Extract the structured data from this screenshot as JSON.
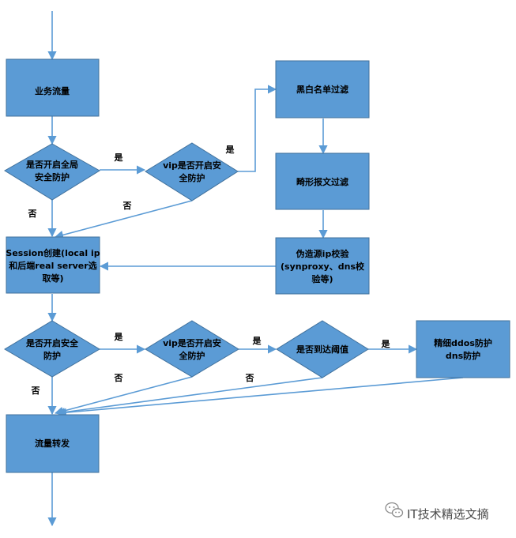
{
  "nodes": {
    "business_traffic": {
      "lines": [
        "业务流量"
      ]
    },
    "global_security_check": {
      "lines": [
        "是否开启全局",
        "安全防护"
      ]
    },
    "vip_security_check_1": {
      "lines": [
        "vip是否开启安",
        "全防护"
      ]
    },
    "blacklist_filter": {
      "lines": [
        "黑白名单过滤"
      ]
    },
    "malformed_packet_filter": {
      "lines": [
        "畸形报文过滤"
      ]
    },
    "spoofed_source_check": {
      "lines": [
        "伪造源ip校验",
        "(synproxy、dns校",
        "验等)"
      ]
    },
    "session_create": {
      "lines": [
        "Session创建(local ip",
        "和后端real server选",
        "取等)"
      ]
    },
    "security_check": {
      "lines": [
        "是否开启安全",
        "防护"
      ]
    },
    "vip_security_check_2": {
      "lines": [
        "vip是否开启安",
        "全防护"
      ]
    },
    "threshold_check": {
      "lines": [
        "是否到达阈值"
      ]
    },
    "ddos_protection": {
      "lines": [
        "精细ddos防护",
        "dns防护"
      ]
    },
    "traffic_forward": {
      "lines": [
        "流量转发"
      ]
    }
  },
  "labels": {
    "global_yes": "是",
    "global_no": "否",
    "vip1_yes": "是",
    "vip1_no": "否",
    "sec_yes": "是",
    "sec_no": "否",
    "vip2_yes": "是",
    "vip2_no": "否",
    "threshold_yes": "是"
  },
  "watermark": {
    "text": "IT技术精选文摘",
    "icon": "wechat-icon"
  },
  "colors": {
    "node_fill": "#5b9bd5",
    "node_stroke": "#41719c",
    "edge": "#5b9bd5"
  }
}
